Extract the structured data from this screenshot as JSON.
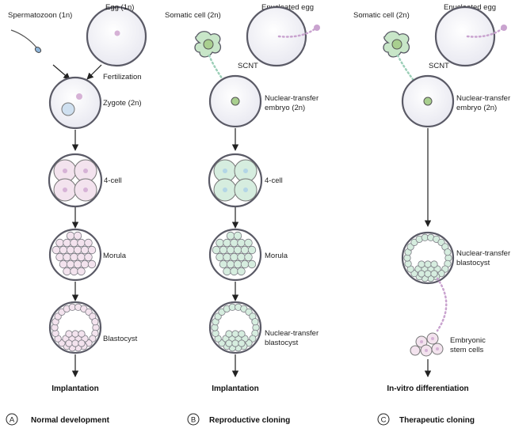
{
  "columns": [
    {
      "letter": "A",
      "caption": "Normal development",
      "labels": {
        "sperm": "Spermatozoon (1n)",
        "egg": "Egg (1n)",
        "fertilization": "Fertilization",
        "zygote": "Zygote (2n)",
        "four_cell": "4-cell",
        "morula": "Morula",
        "blastocyst": "Blastocyst",
        "outcome": "Implantation"
      }
    },
    {
      "letter": "B",
      "caption": "Reproductive cloning",
      "labels": {
        "somatic": "Somatic cell (2n)",
        "enucleated": "Enucleated egg",
        "scnt": "SCNT",
        "embryo_1": "Nuclear-transfer",
        "embryo_2": "embryo (2n)",
        "four_cell": "4-cell",
        "morula": "Morula",
        "blastocyst_1": "Nuclear-transfer",
        "blastocyst_2": "blastocyst",
        "outcome": "Implantation"
      }
    },
    {
      "letter": "C",
      "caption": "Therapeutic cloning",
      "labels": {
        "somatic": "Somatic cell (2n)",
        "enucleated": "Enucleated egg",
        "scnt": "SCNT",
        "embryo_1": "Nuclear-transfer",
        "embryo_2": "embryo (2n)",
        "blastocyst_1": "Nuclear-transfer",
        "blastocyst_2": "blastocyst",
        "stem_1": "Embryonic",
        "stem_2": "stem cells",
        "outcome": "In-vitro differentiation"
      }
    }
  ],
  "colors": {
    "pink_fill": "#f3e3ee",
    "green_fill": "#d6eddf",
    "cell_outline": "#6a6a72",
    "pink_nucleus": "#d6b2d6",
    "blue_nucleus": "#b3d5e6",
    "green_nucleus": "#a9cf8f"
  }
}
